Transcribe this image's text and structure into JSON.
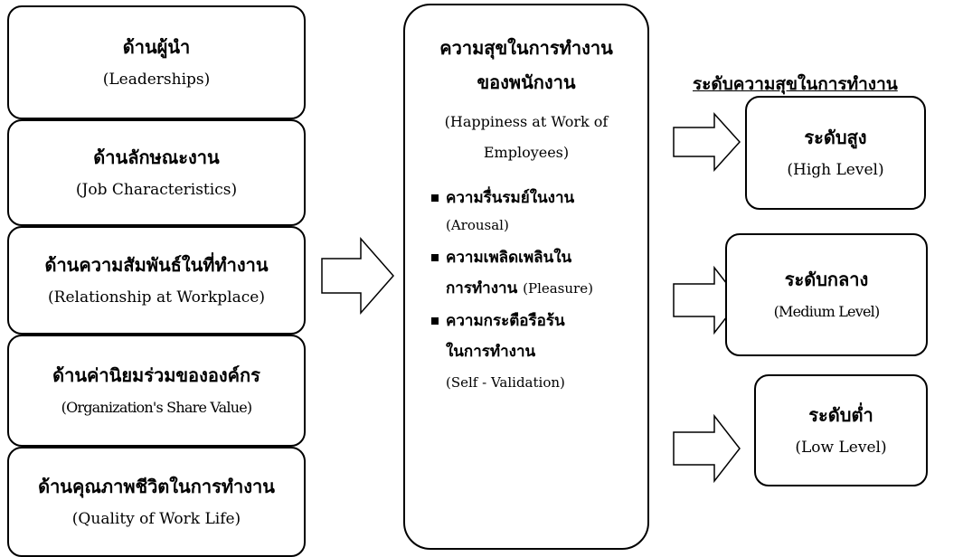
{
  "left_boxes": [
    {
      "th": "ด้านผู้นำ",
      "en": "(Leaderships)"
    },
    {
      "th": "ด้านลักษณะงาน",
      "en": "(Job Characteristics)"
    },
    {
      "th": "ด้านความสัมพันธ์ในที่ทำงาน",
      "en": "(Relationship at Workplace)"
    },
    {
      "th": "ด้านค่านิยมร่วมขององค์กร",
      "en": "(Organization's Share Value)"
    },
    {
      "th": "ด้านคุณภาพชีวิตในการทำงาน",
      "en": "(Quality of Work Life)"
    }
  ],
  "center": {
    "title_line1": "ความสุขในการทำงาน",
    "title_line2": "ของพนักงาน",
    "en": "(Happiness at Work of Employees)",
    "items": [
      {
        "th": "ความรื่นรมย์ในงาน",
        "en": "(Arousal)"
      },
      {
        "th_line1": "ความเพลิดเพลินใน",
        "th_line2": "การทำงาน",
        "en": "(Pleasure)"
      },
      {
        "th_line1": "ความกระตือรือร้น",
        "th_line2": "ในการทำงาน",
        "en": "(Self - Validation)"
      }
    ]
  },
  "right": {
    "title": "ระดับความสุขในการทำงาน",
    "levels": [
      {
        "th": "ระดับสูง",
        "en": "(High Level)"
      },
      {
        "th": "ระดับกลาง",
        "en": "(Medium Level)"
      },
      {
        "th": "ระดับต่ำ",
        "en": "(Low Level)"
      }
    ]
  }
}
